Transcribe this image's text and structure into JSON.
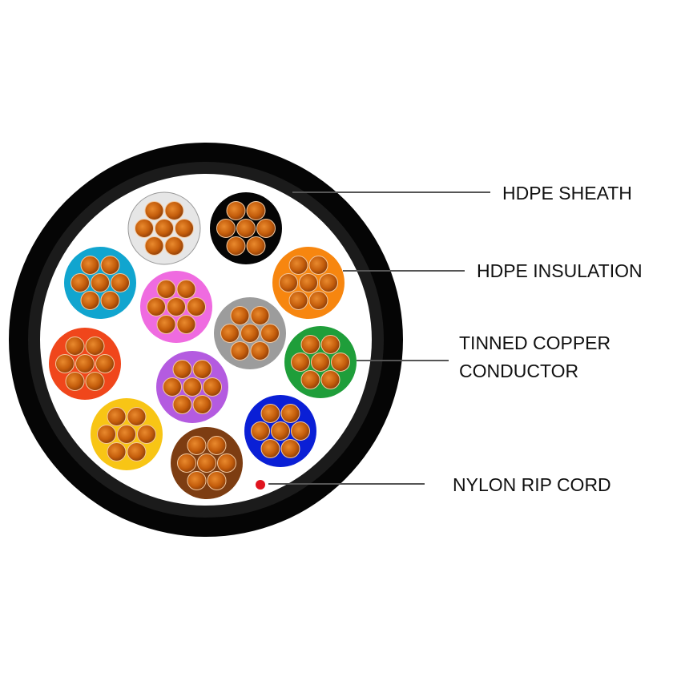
{
  "labels": {
    "sheath": "HDPE SHEATH",
    "insulation": "HDPE INSULATION",
    "conductor_line1": "TINNED COPPER",
    "conductor_line2": "CONDUCTOR",
    "rip_cord": "NYLON RIP CORD"
  },
  "colors": {
    "sheath_outer": "#050505",
    "sheath_inner": "#1b1b1b",
    "filler": "#ffffff",
    "copper": "#c8620f",
    "rip_cord": "#e0141e",
    "leader_line": "#555555"
  },
  "cores": [
    {
      "name": "white",
      "color": "#e6e6e6"
    },
    {
      "name": "black",
      "color": "#050505"
    },
    {
      "name": "orange",
      "color": "#f7860f"
    },
    {
      "name": "cyan",
      "color": "#11a5cf"
    },
    {
      "name": "pink",
      "color": "#ef6be0"
    },
    {
      "name": "gray",
      "color": "#9c9c9c"
    },
    {
      "name": "green",
      "color": "#1f9e3a"
    },
    {
      "name": "red",
      "color": "#f0461b"
    },
    {
      "name": "purple",
      "color": "#b45be0"
    },
    {
      "name": "blue",
      "color": "#0a1fd6"
    },
    {
      "name": "yellow",
      "color": "#f8c515"
    },
    {
      "name": "brown",
      "color": "#7d3d12"
    }
  ]
}
